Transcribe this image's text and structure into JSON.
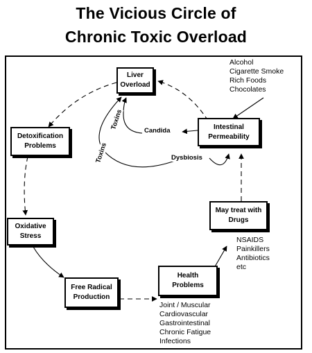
{
  "title": {
    "line1": "The Vicious Circle of",
    "line2": "Chronic Toxic Overload"
  },
  "nodes": {
    "liver": "Liver\nOverload",
    "intestinal": "Intestinal\nPermeability",
    "drugs": "May treat with\nDrugs",
    "health": "Health\nProblems",
    "free_radical": "Free Radical\nProduction",
    "oxidative": "Oxidative\nStress",
    "detox": "Detoxification\nProblems"
  },
  "labels": {
    "candida": "Candida",
    "dysbiosis": "Dysbiosis",
    "toxins_1": "Toxins",
    "toxins_2": "Toxins"
  },
  "lists": {
    "causes": [
      "Alcohol",
      "Cigarette Smoke",
      "Rich Foods",
      "Chocolates"
    ],
    "drugs": [
      "NSAIDS",
      "Painkillers",
      "Antibiotics",
      "etc"
    ],
    "health": [
      "Joint / Muscular",
      "Cardiovascular",
      "Gastrointestinal",
      "Chronic Fatigue",
      "Infections"
    ]
  }
}
